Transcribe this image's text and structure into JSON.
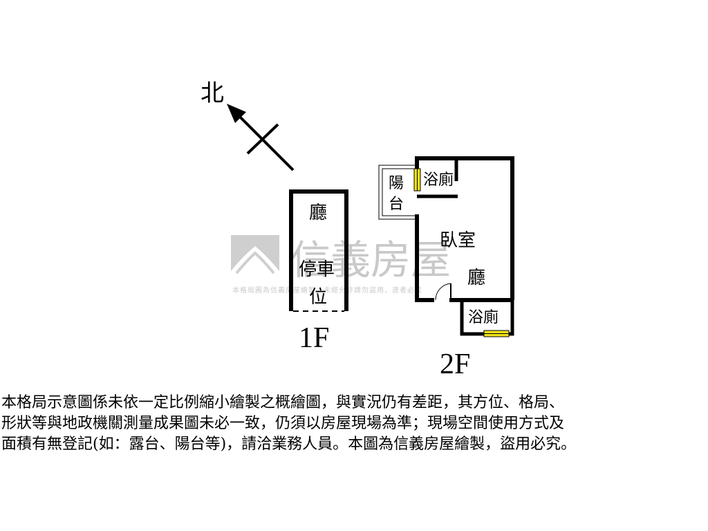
{
  "compass": {
    "label": "北"
  },
  "floors": {
    "first": {
      "label": "1F",
      "rooms": {
        "living": "廳",
        "parking_1": "停車",
        "parking_2": "位"
      }
    },
    "second": {
      "label": "2F",
      "rooms": {
        "balcony_1": "陽",
        "balcony_2": "台",
        "bath_top": "浴廁",
        "bedroom": "臥室",
        "living": "廳",
        "bath_bottom": "浴廁"
      }
    }
  },
  "watermark": {
    "brand": "信義房屋",
    "notice": "本格局圖為信義房屋繪製，未經允許請勿盜用，違者必究"
  },
  "disclaimer": {
    "lines": [
      "本格局示意圖係未依一定比例縮小繪製之概繪圖，與實況仍有差距，其方位、格局、",
      "形狀等與地政機關測量成果圖未必一致，仍須以房屋現場為準；現場空間使用方式及",
      "面積有無登記(如：露台、陽台等)，請洽業務人員。本圖為信義房屋繪製，盜用必究。"
    ]
  }
}
